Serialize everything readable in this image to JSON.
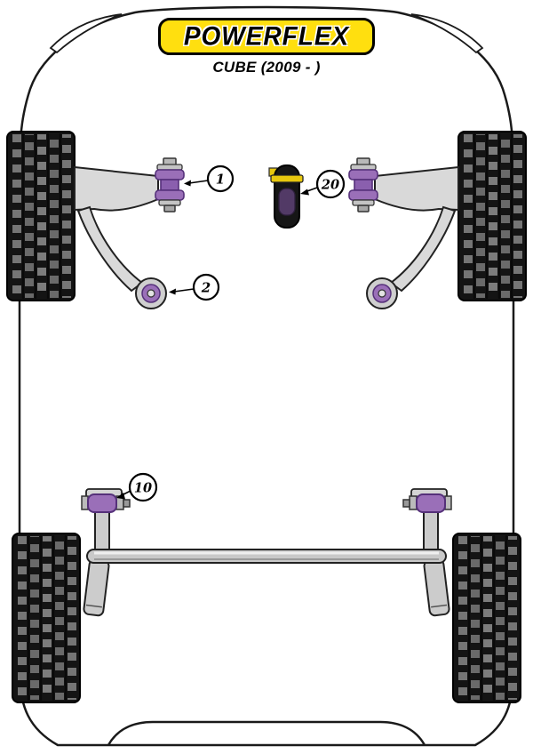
{
  "header": {
    "brand_logo_text": "POWERFLEX",
    "model_title": "CUBE (2009 - )"
  },
  "callouts": [
    {
      "label": "1"
    },
    {
      "label": "2"
    },
    {
      "label": "20"
    },
    {
      "label": "10"
    }
  ],
  "colors": {
    "brand_yellow": "#ffdf0f",
    "bushing_purple": "#9a6fb8",
    "mount_black": "#161616",
    "metal_gray": "#cfcfcf",
    "outline_black": "#1a1a1a"
  }
}
